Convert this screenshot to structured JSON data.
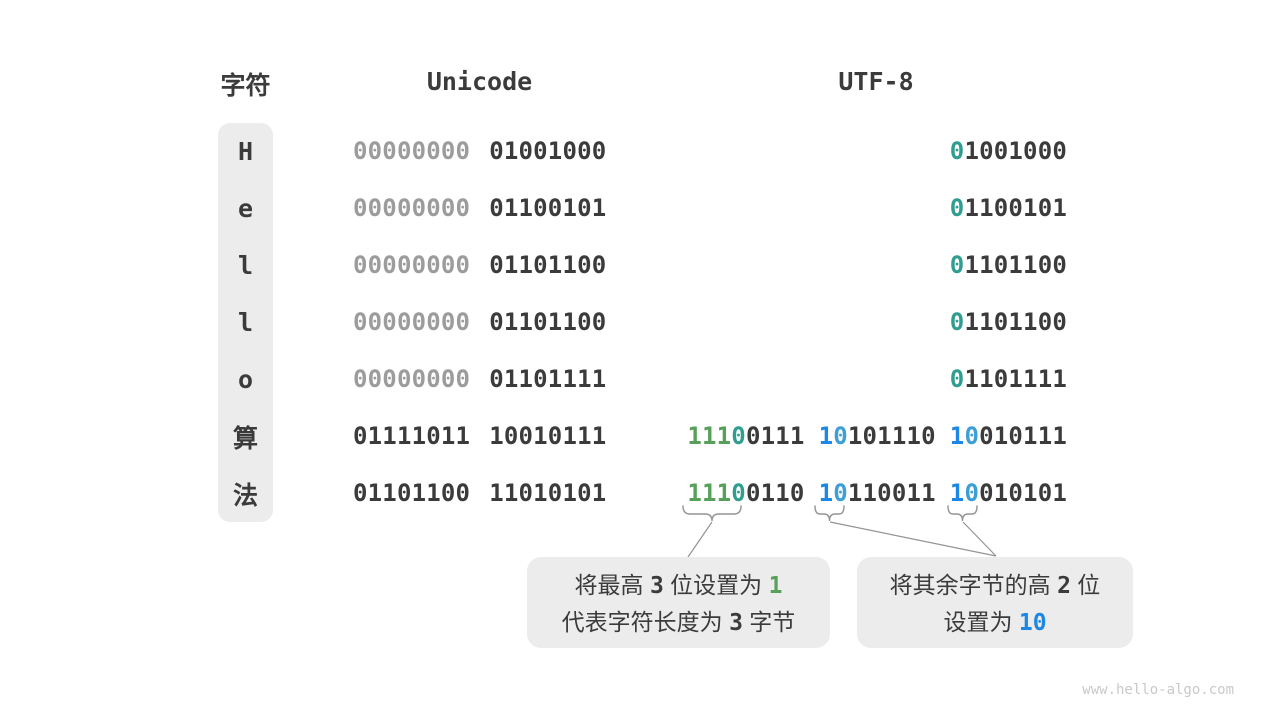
{
  "colors": {
    "text_dark": "#3b3b3b",
    "text_muted_zeros": "#9c9c9c",
    "prefix_teal_zero": "#2f9e8f",
    "prefix_green_ones": "#57a05a",
    "prefix_blue_one": "#1c87e5",
    "prefix_blue_zero": "#3e9fd5",
    "panel_bg": "#ececec",
    "connector_gray": "#949494",
    "watermark_gray": "#c9c9c9"
  },
  "headers": {
    "char": "字符",
    "unicode": "Unicode",
    "utf8": "UTF-8"
  },
  "characters": [
    "H",
    "e",
    "l",
    "l",
    "o",
    "算",
    "法"
  ],
  "unicode_rows": [
    {
      "hi": "00000000",
      "lo": "01001000"
    },
    {
      "hi": "00000000",
      "lo": "01100101"
    },
    {
      "hi": "00000000",
      "lo": "01101100"
    },
    {
      "hi": "00000000",
      "lo": "01101100"
    },
    {
      "hi": "00000000",
      "lo": "01101111"
    },
    {
      "hi": "01111011",
      "lo": "10010111"
    },
    {
      "hi": "01101100",
      "lo": "11010101"
    }
  ],
  "utf8_rows": [
    {
      "prefix": "0",
      "rest": "1001000"
    },
    {
      "prefix": "0",
      "rest": "1100101"
    },
    {
      "prefix": "0",
      "rest": "1101100"
    },
    {
      "prefix": "0",
      "rest": "1101100"
    },
    {
      "prefix": "0",
      "rest": "1101111"
    },
    {
      "b1": {
        "ones": "111",
        "zero": "0",
        "rest": "0111"
      },
      "b2": {
        "one": "1",
        "zero": "0",
        "rest": "101110"
      },
      "b3": {
        "one": "1",
        "zero": "0",
        "rest": "010111"
      }
    },
    {
      "b1": {
        "ones": "111",
        "zero": "0",
        "rest": "0110"
      },
      "b2": {
        "one": "1",
        "zero": "0",
        "rest": "110011"
      },
      "b3": {
        "one": "1",
        "zero": "0",
        "rest": "010101"
      }
    }
  ],
  "notes": {
    "box1": {
      "line1": [
        "将最高 ",
        "3",
        " 位设置为 ",
        "1"
      ],
      "line2": [
        "代表字符长度为 ",
        "3",
        " 字节"
      ]
    },
    "box2": {
      "line1": [
        "将其余字节的高 ",
        "2",
        " 位"
      ],
      "line2": [
        "设置为 ",
        "10"
      ]
    }
  },
  "watermark": "www.hello-algo.com"
}
